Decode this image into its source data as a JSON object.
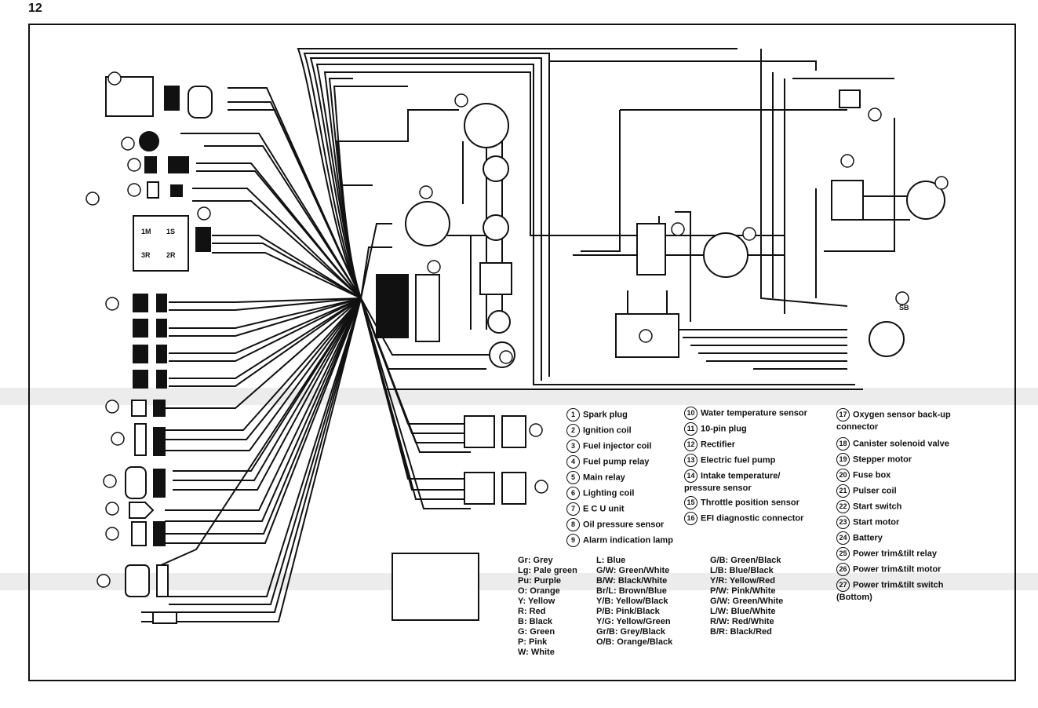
{
  "page": {
    "label": "12"
  },
  "components": [
    {
      "num": "1",
      "label": "Spark plug"
    },
    {
      "num": "2",
      "label": "Ignition coil"
    },
    {
      "num": "3",
      "label": "Fuel injector coil"
    },
    {
      "num": "4",
      "label": "Fuel pump relay"
    },
    {
      "num": "5",
      "label": "Main relay"
    },
    {
      "num": "6",
      "label": "Lighting coil"
    },
    {
      "num": "7",
      "label": "E C U unit"
    },
    {
      "num": "8",
      "label": "Oil pressure sensor"
    },
    {
      "num": "9",
      "label": "Alarm indication lamp"
    },
    {
      "num": "10",
      "label": "Water temperature sensor"
    },
    {
      "num": "11",
      "label": "10-pin plug"
    },
    {
      "num": "12",
      "label": "Rectifier"
    },
    {
      "num": "13",
      "label": "Electric fuel pump"
    },
    {
      "num": "14",
      "label": "Intake temperature/ pressure sensor"
    },
    {
      "num": "15",
      "label": "Throttle position sensor"
    },
    {
      "num": "16",
      "label": "EFI diagnostic connector"
    },
    {
      "num": "17",
      "label": "Oxygen sensor back-up connector"
    },
    {
      "num": "18",
      "label": "Canister solenoid valve"
    },
    {
      "num": "19",
      "label": "Stepper motor"
    },
    {
      "num": "20",
      "label": "Fuse box"
    },
    {
      "num": "21",
      "label": "Pulser coil"
    },
    {
      "num": "22",
      "label": "Start switch"
    },
    {
      "num": "23",
      "label": "Start motor"
    },
    {
      "num": "24",
      "label": "Battery"
    },
    {
      "num": "25",
      "label": "Power trim&tilt relay"
    },
    {
      "num": "26",
      "label": "Power trim&tilt motor"
    },
    {
      "num": "27",
      "label": "Power trim&tilt switch (Bottom)"
    }
  ],
  "wire_colors_col1": [
    "Gr: Grey",
    "Lg: Pale green",
    "Pu: Purple",
    "O: Orange",
    "Y: Yellow",
    "R: Red",
    "B: Black",
    "G: Green",
    "P: Pink",
    "W: White"
  ],
  "wire_colors_col2": [
    "L: Blue",
    "G/W: Green/White",
    "B/W: Black/White",
    "Br/L: Brown/Blue",
    "Y/B: Yellow/Black",
    "P/B: Pink/Black",
    "Y/G: Yellow/Green",
    "Gr/B: Grey/Black",
    "O/B: Orange/Black"
  ],
  "wire_colors_col3": [
    "G/B: Green/Black",
    "L/B: Blue/Black",
    "Y/R: Yellow/Red",
    "P/W: Pink/White",
    "G/W: Green/White",
    "L/W: Blue/White",
    "R/W: Red/White",
    "B/R: Black/Red"
  ]
}
